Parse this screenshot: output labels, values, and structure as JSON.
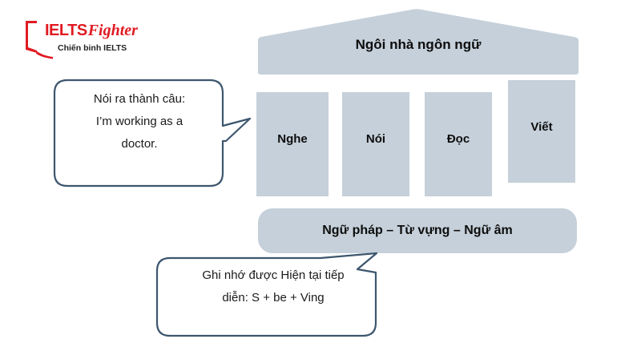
{
  "logo": {
    "name": "IELTS Fighter",
    "primary": "IELTS",
    "secondary": "Fighter",
    "tagline": "Chiến binh IELTS",
    "color": "#e01b22"
  },
  "diagram": {
    "title": "Ngôi nhà ngôn ngữ",
    "shape_fill": "#c5d0da",
    "bubble_border": "#3d566e",
    "pillars": [
      {
        "label": "Nghe"
      },
      {
        "label": "Nói"
      },
      {
        "label": "Đọc"
      },
      {
        "label": "Viết"
      }
    ],
    "foundation": "Ngữ pháp – Từ vựng – Ngữ âm",
    "bubbles": [
      {
        "name": "speaking-example",
        "lines": [
          "Nói ra thành câu:",
          "I’m working as a",
          "doctor."
        ]
      },
      {
        "name": "grammar-example",
        "lines": [
          "Ghi nhớ được Hiện tại tiếp",
          "diễn: S + be + Ving"
        ]
      }
    ]
  }
}
